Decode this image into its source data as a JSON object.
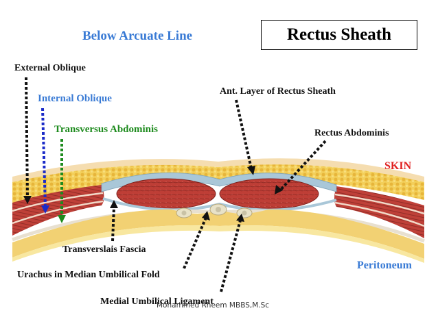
{
  "title": "Rectus Sheath",
  "subtitle": "Below Arcuate Line",
  "labels": {
    "external_oblique": "External Oblique",
    "internal_oblique": "Internal Oblique",
    "transversus_abdominis": "Transversus Abdominis",
    "ant_layer": "Ant. Layer of Rectus Sheath",
    "rectus_abdominis": "Rectus Abdominis",
    "skin": "SKIN",
    "transversalis_fascia": "Transverslais Fascia",
    "urachus": "Urachus in Median Umbilical Fold",
    "peritoneum": "Peritoneum",
    "medial_umbilical": "Medial Umbilical Ligament"
  },
  "credit": "Mohammed Rheem MBBS,M.Sc",
  "colors": {
    "blue_label": "#3A7BD5",
    "green_label": "#1E8B1E",
    "red_label": "#E02020",
    "skin_yellow": "#F2C94C",
    "muscle_red": "#B83A33",
    "sheath_blue": "#A9C7D8",
    "peritoneum_yellow": "#F6E27A"
  }
}
